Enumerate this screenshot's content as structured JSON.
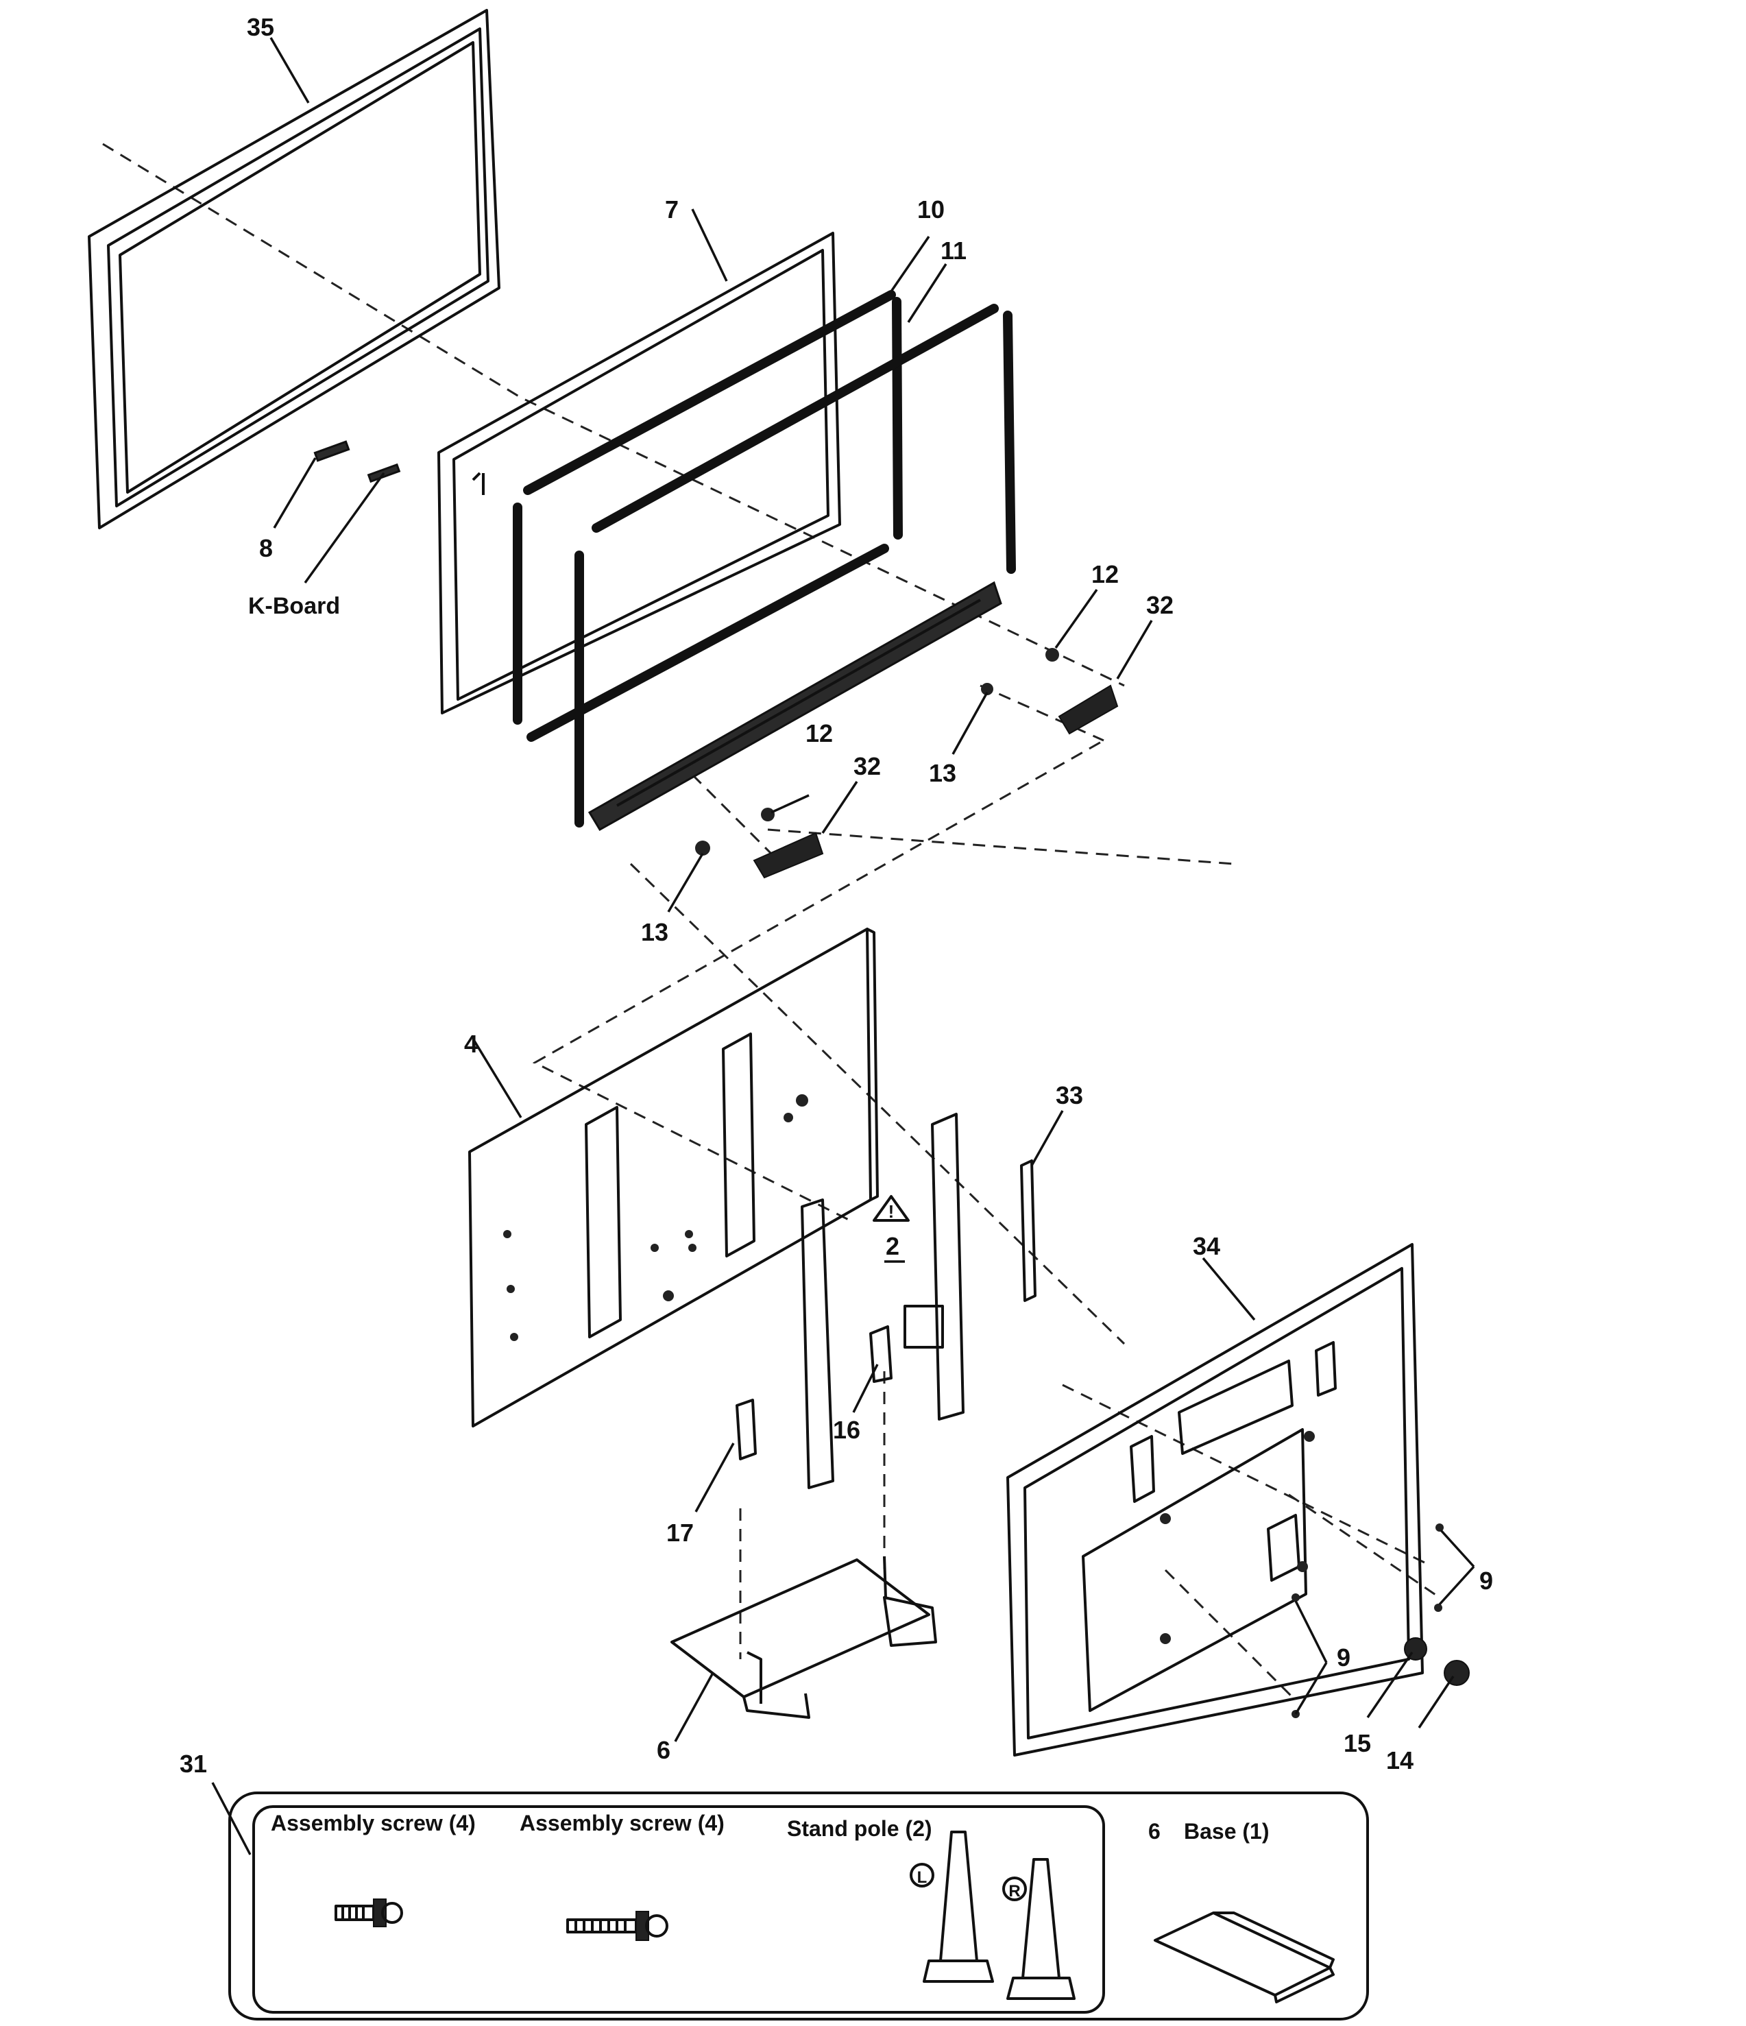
{
  "callouts": {
    "c35": "35",
    "c7": "7",
    "c10": "10",
    "c11": "11",
    "c8": "8",
    "kboard": "K-Board",
    "c12a": "12",
    "c32a": "32",
    "c12b": "12",
    "c32b": "32",
    "c13a": "13",
    "c13b": "13",
    "c4": "4",
    "c33": "33",
    "c2": "2",
    "c34": "34",
    "c16": "16",
    "c17": "17",
    "c9a": "9",
    "c9b": "9",
    "c15": "15",
    "c14": "14",
    "c6": "6",
    "c31": "31"
  },
  "accessories": {
    "screw1_label": "Assembly screw (4)",
    "screw2_label": "Assembly screw (4)",
    "pole_label": "Stand pole (2)",
    "pole_left": "L",
    "pole_right": "R",
    "base_number": "6",
    "base_label": "Base (1)"
  },
  "warning_symbol": "!"
}
